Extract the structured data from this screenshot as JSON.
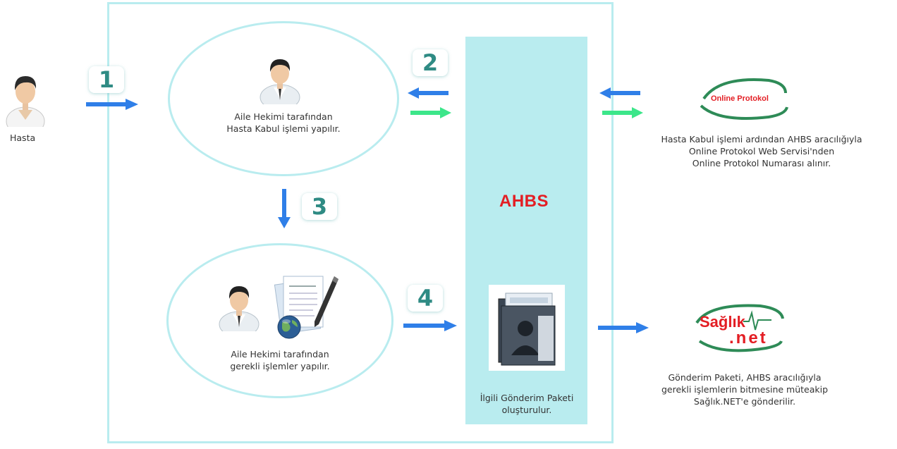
{
  "patient": {
    "label": "Hasta"
  },
  "steps": [
    "1",
    "2",
    "3",
    "4"
  ],
  "step1": {
    "text_line1": "Aile Hekimi tarafından",
    "text_line2": "Hasta Kabul işlemi yapılır."
  },
  "step2": {
    "text_line1": "Aile Hekimi tarafından",
    "text_line2": "gerekli işlemler yapılır."
  },
  "ahbs": {
    "label": "AHBS",
    "package_line1": "İlgili Gönderim Paketi",
    "package_line2": "oluşturulur."
  },
  "online_protokol": {
    "logo_text": "Online Protokol",
    "desc_line1": "Hasta Kabul işlemi ardından AHBS aracılığıyla",
    "desc_line2": "Online Protokol Web Servisi'nden",
    "desc_line3": "Online Protokol Numarası alınır."
  },
  "saglik_net": {
    "logo_top": "Sağlık",
    "logo_bottom": ".net",
    "desc_line1": "Gönderim Paketi, AHBS aracılığıyla",
    "desc_line2": "gerekli işlemlerin bitmesine müteakip",
    "desc_line3": "Sağlık.NET'e gönderilir."
  },
  "colors": {
    "frame": "#b9ecef",
    "arrow_blue": "#2f7fe8",
    "arrow_green": "#3ce68a",
    "badge_text": "#2f8b84",
    "ahbs_red": "#e31e24",
    "logo_green": "#2e8b57"
  },
  "icons": [
    "doctor-icon",
    "patient-icon",
    "document-pen-icon",
    "globe-icon",
    "folder-person-icon"
  ]
}
